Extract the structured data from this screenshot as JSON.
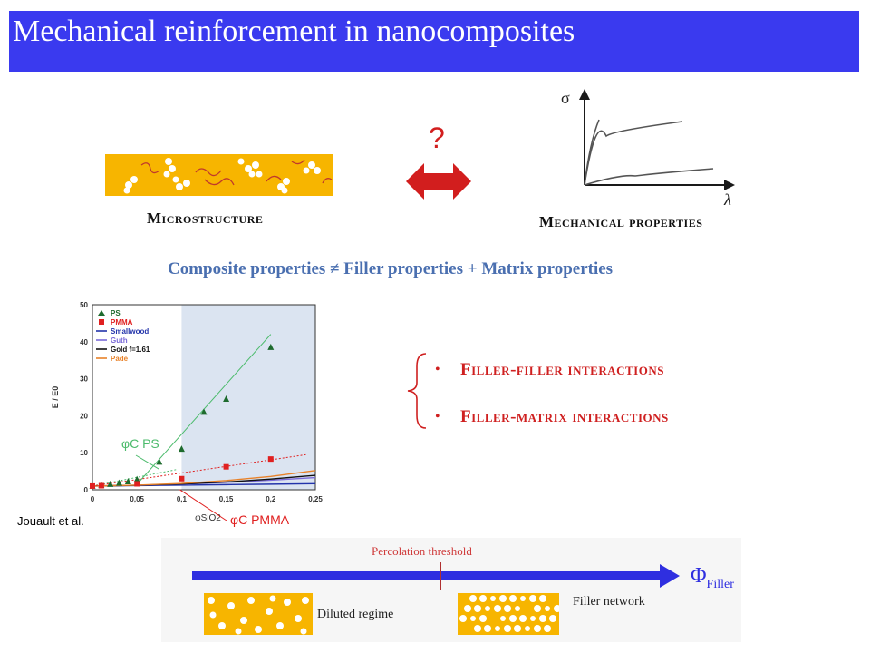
{
  "title": "Mechanical reinforcement in nanocomposites",
  "microstructure_label": "Microstructure",
  "mechanical_label": "Mechanical properties",
  "question_mark": "?",
  "stress_strain": {
    "y_symbol": "σ",
    "x_symbol": "λ"
  },
  "equation": "Composite properties ≠ Filler properties + Matrix properties",
  "bullets": [
    "Filler-filler interactions",
    "Filler-matrix interactions"
  ],
  "citation": "Jouault et al.",
  "chart_data": {
    "type": "scatter",
    "ylabel": "E / E0",
    "xlabel": "φSiO2",
    "x_ticks": [
      "0",
      "0,05",
      "0,1",
      "0,15",
      "0,2",
      "0,25"
    ],
    "y_ticks": [
      "0",
      "10",
      "20",
      "30",
      "40",
      "50"
    ],
    "xlim": [
      0,
      0.25
    ],
    "ylim": [
      0,
      50
    ],
    "shaded_region_x": [
      0.1,
      0.25
    ],
    "legend": [
      "PS",
      "PMMA",
      "Smallwood",
      "Guth",
      "Gold f=1.61",
      "Pade"
    ],
    "annotations": [
      "φC PS",
      "φC PMMA"
    ],
    "series": [
      {
        "name": "PS",
        "marker": "triangle",
        "color": "#1e6b2e",
        "x": [
          0.0,
          0.01,
          0.02,
          0.03,
          0.04,
          0.05,
          0.075,
          0.1,
          0.125,
          0.15,
          0.2
        ],
        "y": [
          1.0,
          1.2,
          1.5,
          1.8,
          2.2,
          2.8,
          7.5,
          11,
          21,
          24.5,
          38.5
        ]
      },
      {
        "name": "PMMA",
        "marker": "square",
        "color": "#e02020",
        "x": [
          0.0,
          0.01,
          0.05,
          0.1,
          0.15,
          0.2
        ],
        "y": [
          1.0,
          1.1,
          1.6,
          3.0,
          6.2,
          8.3
        ]
      },
      {
        "name": "Smallwood",
        "line": true,
        "color": "#2233aa",
        "x": [
          0,
          0.05,
          0.1,
          0.15,
          0.2,
          0.25
        ],
        "y": [
          1,
          1.13,
          1.25,
          1.38,
          1.5,
          1.63
        ]
      },
      {
        "name": "Guth",
        "line": true,
        "color": "#7a6ad8",
        "x": [
          0,
          0.05,
          0.1,
          0.15,
          0.2,
          0.25
        ],
        "y": [
          1,
          1.2,
          1.5,
          2.0,
          2.6,
          3.3
        ]
      },
      {
        "name": "Gold f=1.61",
        "line": true,
        "color": "#111111",
        "x": [
          0,
          0.05,
          0.1,
          0.15,
          0.2,
          0.25
        ],
        "y": [
          1,
          1.2,
          1.55,
          2.1,
          2.9,
          3.9
        ]
      },
      {
        "name": "Pade",
        "line": true,
        "color": "#e8822a",
        "x": [
          0,
          0.05,
          0.1,
          0.15,
          0.2,
          0.25
        ],
        "y": [
          1,
          1.25,
          1.7,
          2.5,
          3.6,
          5.2
        ]
      }
    ]
  },
  "percolation": {
    "threshold_label": "Percolation threshold",
    "phi_symbol": "Φ",
    "phi_subscript": "Filler",
    "diluted_label": "Diluted regime",
    "network_label": "Filler network"
  },
  "colors": {
    "title_bar": "#3a3aef",
    "filler_band": "#f7b500",
    "arrow": "#d21e1e",
    "emphasis": "#cf2020",
    "equation": "#4a6fb0"
  }
}
